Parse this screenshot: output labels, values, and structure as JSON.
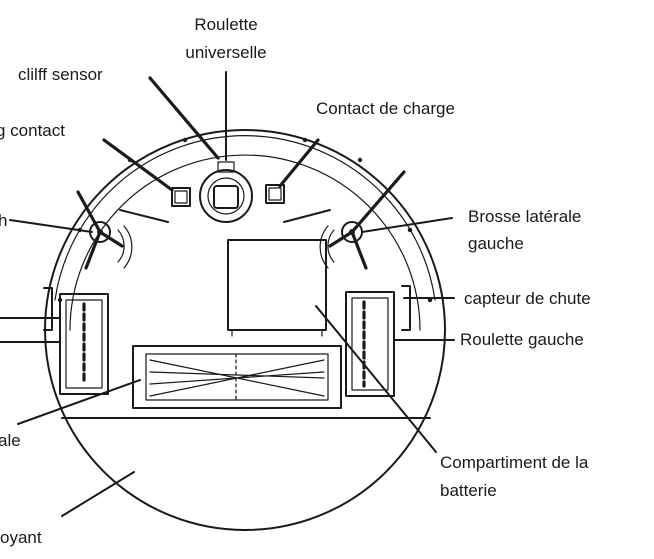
{
  "diagram": {
    "labels": {
      "universal_wheel": [
        "Roulette",
        "universelle"
      ],
      "cliff_sensor": "clilff sensor",
      "charging_contact_left": "g contact",
      "charging_contact_right": "Contact de charge",
      "left_partial_h": "h",
      "side_brush": [
        "Brosse latérale",
        "gauche"
      ],
      "fall_sensor": "capteur de chute",
      "left_wheel": "Roulette gauche",
      "left_partial_ale": "ale",
      "battery_compartment": [
        "Compartiment de la",
        "batterie"
      ],
      "dustbin_partial": "oyant"
    },
    "colors": {
      "ink": "#1a1a1a",
      "background": "#ffffff"
    }
  }
}
